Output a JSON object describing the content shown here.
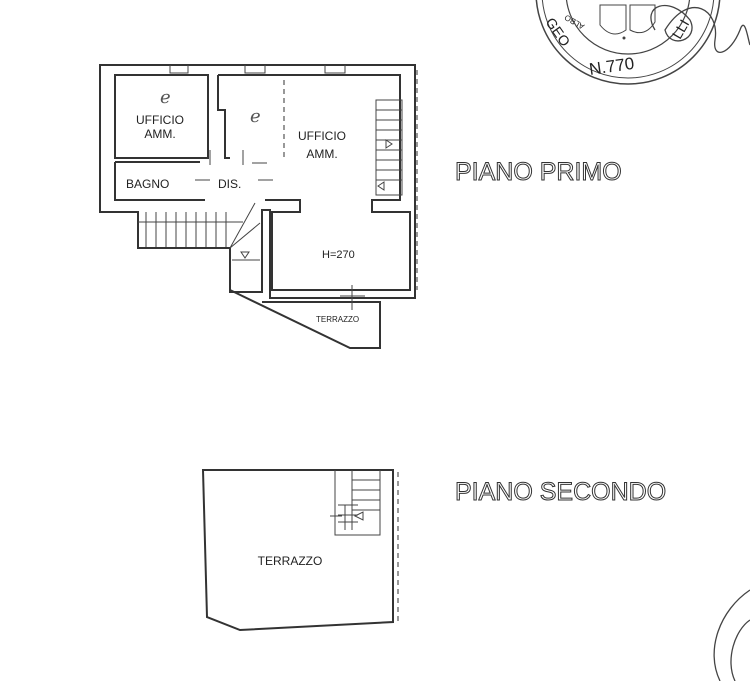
{
  "first_floor": {
    "title": "PIANO PRIMO",
    "rooms": {
      "office_left": [
        "UFFICIO",
        "AMM."
      ],
      "office_main": [
        "UFFICIO",
        "AMM."
      ],
      "bathroom": "BAGNO",
      "hallway": "DIS.",
      "terrace": "TERRAZZO"
    },
    "height_label": "H=270",
    "handwritten_marks": [
      "e",
      "e"
    ]
  },
  "second_floor": {
    "title": "PIANO SECONDO",
    "rooms": {
      "terrace": "TERRAZZO"
    }
  },
  "stamp": {
    "top_text": "GEO",
    "number": "N.770",
    "side_text": "ALBO",
    "right_text": "LLI"
  }
}
